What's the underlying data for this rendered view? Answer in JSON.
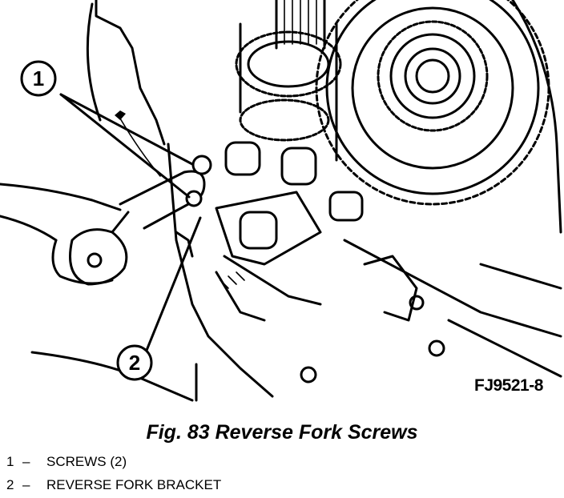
{
  "callouts": [
    {
      "label": "1"
    },
    {
      "label": "2"
    }
  ],
  "figure_code": "FJ9521-8",
  "caption": "Fig. 83 Reverse Fork Screws",
  "legend": [
    {
      "num": "1",
      "dash": "–",
      "text": "SCREWS (2)"
    },
    {
      "num": "2",
      "dash": "–",
      "text": "REVERSE FORK BRACKET"
    }
  ]
}
